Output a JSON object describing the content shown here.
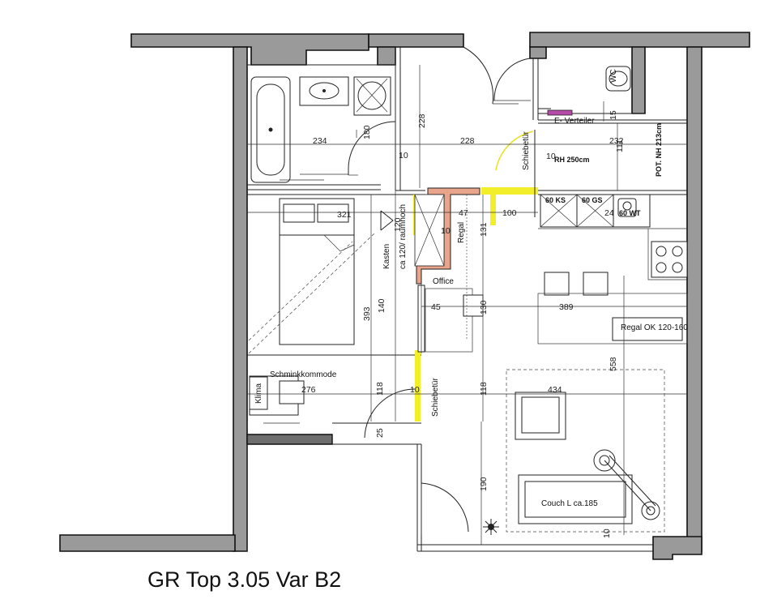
{
  "title": "GR Top 3.05 Var B2",
  "labels": {
    "e_verteiler": "E- Verteiler",
    "schiebetuer_top": "Schiebetür",
    "rh": "RH 250cm",
    "pot": "POT. NH 213cm",
    "ks": "60 KS",
    "gs": "60 GS",
    "wt": "60 WT",
    "kasten": "Kasten",
    "kasten_sub": "ca 120/ raumhoch",
    "regal": "Regal",
    "office": "Office",
    "regal_ok": "Regal OK 120-160",
    "schminkkommode": "Schminkkommode",
    "klima": "Klima",
    "schiebetuer_mid": "Schiebetür",
    "couch": "Couch L ca.185",
    "wc_mark": "WC"
  },
  "dimensions": {
    "d234": "234",
    "d228a": "228",
    "d228b": "228",
    "d232": "232",
    "d180": "180",
    "d10a": "10",
    "d10b": "10",
    "d10c": "10",
    "d10d": "10",
    "d10e": "10",
    "d321": "321",
    "d47": "47",
    "d100": "100",
    "d131": "131",
    "d120": "120",
    "d24": "24",
    "d111": "111",
    "d15": "15",
    "d393": "393",
    "d140": "140",
    "d45": "45",
    "d130": "130",
    "d389": "389",
    "d558": "558",
    "d276": "276",
    "d118a": "118",
    "d118b": "118",
    "d434": "434",
    "d25": "25",
    "d190": "190"
  },
  "colors": {
    "wall": "#9a9a9a",
    "door_highlight": "#f2ef2a",
    "partition": "#e9a48c",
    "distribution_box": "#b54aa8"
  }
}
